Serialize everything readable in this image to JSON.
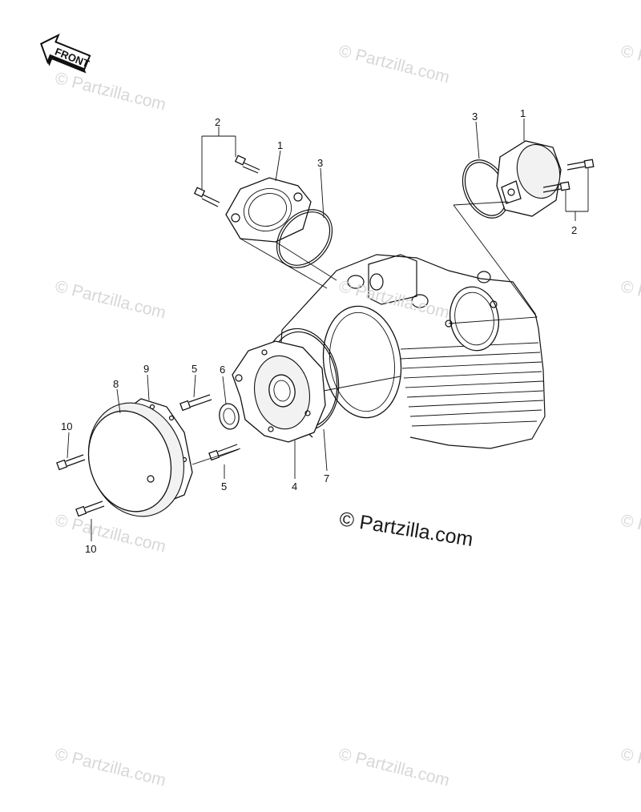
{
  "front_label": "FRONT",
  "callouts": [
    {
      "id": "c-2-left",
      "text": "2"
    },
    {
      "id": "c-1-left",
      "text": "1"
    },
    {
      "id": "c-3-left",
      "text": "3"
    },
    {
      "id": "c-3-right",
      "text": "3"
    },
    {
      "id": "c-1-right",
      "text": "1"
    },
    {
      "id": "c-2-right",
      "text": "2"
    },
    {
      "id": "c-9",
      "text": "9"
    },
    {
      "id": "c-5-top",
      "text": "5"
    },
    {
      "id": "c-6",
      "text": "6"
    },
    {
      "id": "c-8",
      "text": "8"
    },
    {
      "id": "c-10-top",
      "text": "10"
    },
    {
      "id": "c-5-bottom",
      "text": "5"
    },
    {
      "id": "c-4",
      "text": "4"
    },
    {
      "id": "c-7",
      "text": "7"
    },
    {
      "id": "c-10-bottom",
      "text": "10"
    }
  ],
  "watermark": "© Partzilla.com",
  "main_watermark": "© Partzilla.com"
}
